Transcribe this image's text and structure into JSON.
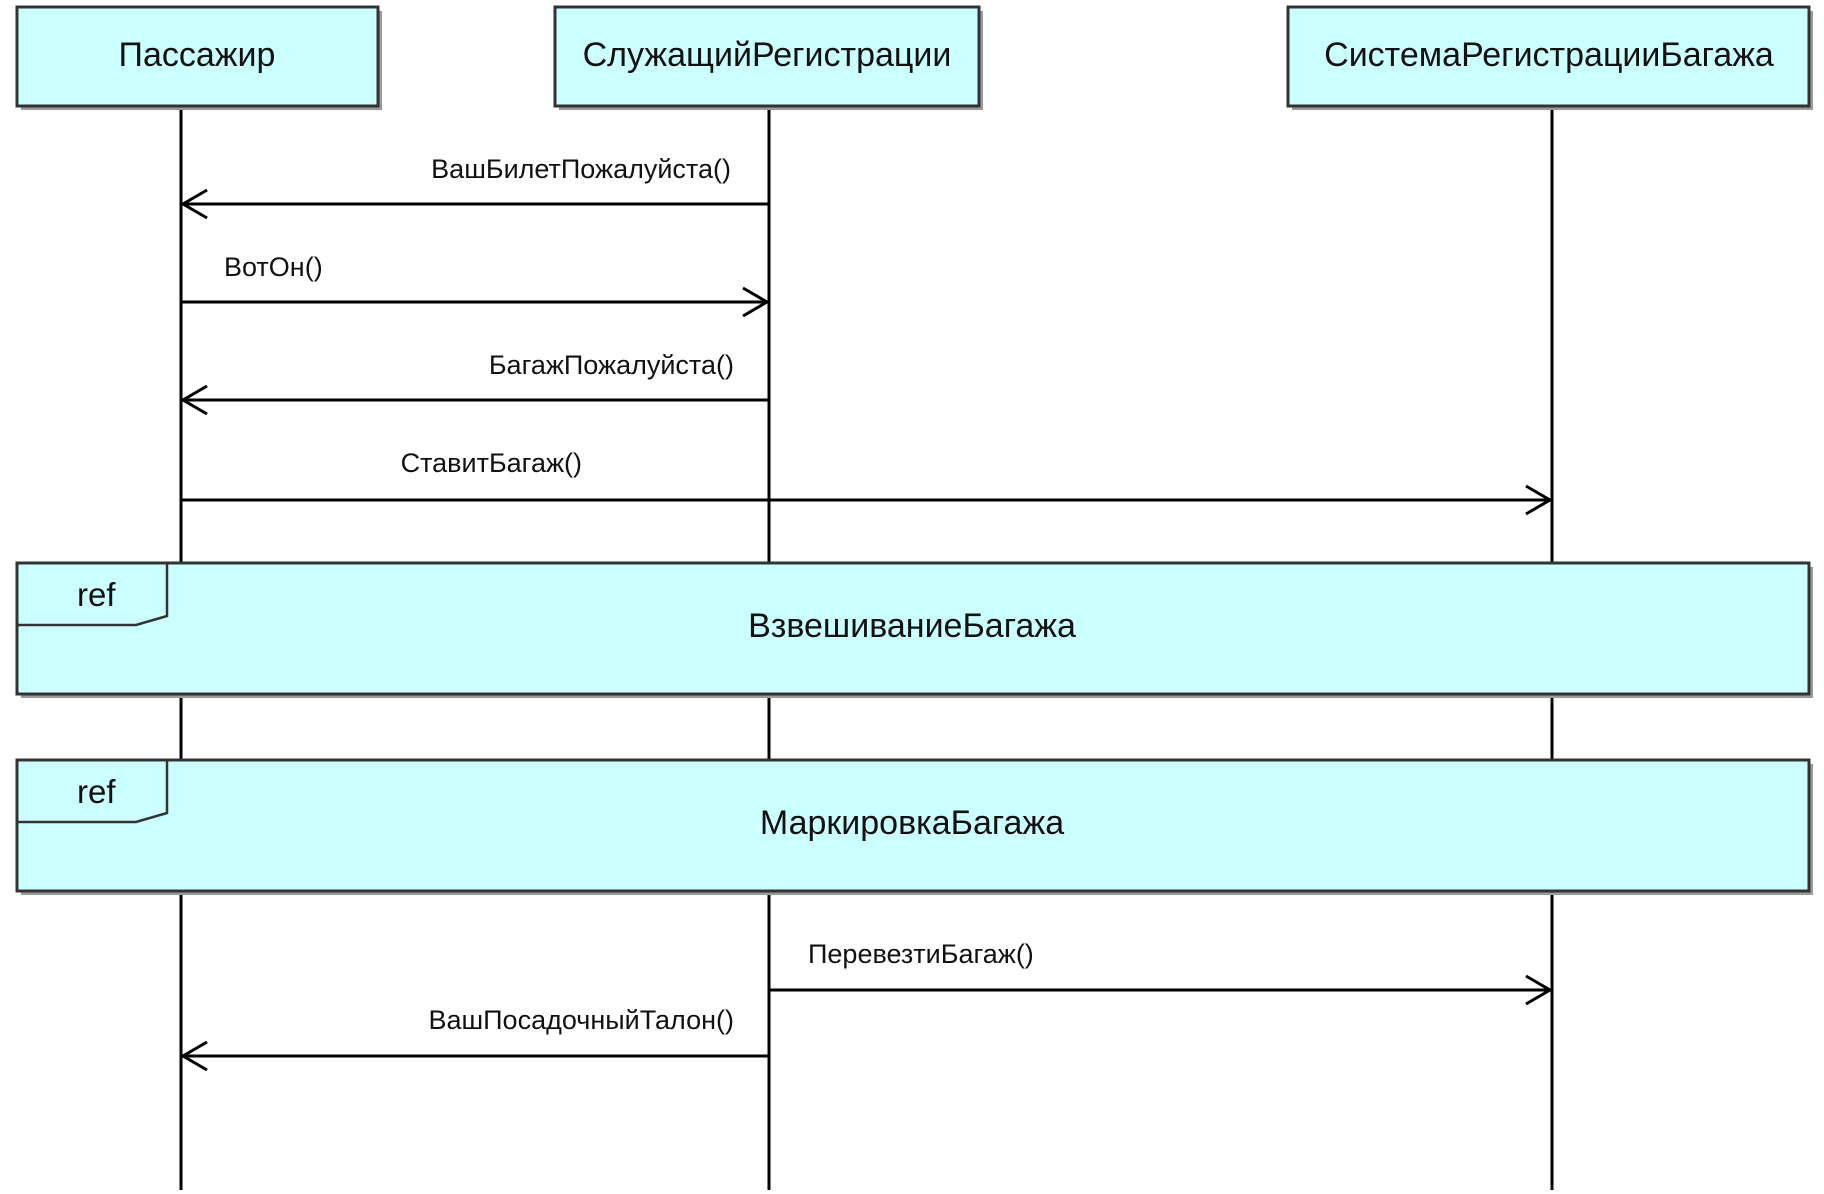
{
  "lifelines": [
    {
      "id": "passenger",
      "name": "Пассажир"
    },
    {
      "id": "clerk",
      "name": "СлужащийРегистрации"
    },
    {
      "id": "baggage_system",
      "name": "СистемаРегистрацииБагажа"
    }
  ],
  "messages": [
    {
      "label": "ВашБилетПожалуйста()",
      "from": "clerk",
      "to": "passenger"
    },
    {
      "label": "ВотОн()",
      "from": "passenger",
      "to": "clerk"
    },
    {
      "label": "БагажПожалуйста()",
      "from": "clerk",
      "to": "passenger"
    },
    {
      "label": "СтавитБагаж()",
      "from": "passenger",
      "to": "baggage_system"
    }
  ],
  "refs": [
    {
      "tag": "ref",
      "name": "ВзвешиваниеБагажа"
    },
    {
      "tag": "ref",
      "name": "МаркировкаБагажа"
    }
  ],
  "messages_after_refs": [
    {
      "label": "ПеревезтиБагаж()",
      "from": "clerk",
      "to": "baggage_system"
    },
    {
      "label": "ВашПосадочныйТалон()",
      "from": "clerk",
      "to": "passenger"
    }
  ],
  "colors": {
    "box_fill": "#ccffff",
    "line": "#000000",
    "shadow": "#9a9a9a"
  }
}
